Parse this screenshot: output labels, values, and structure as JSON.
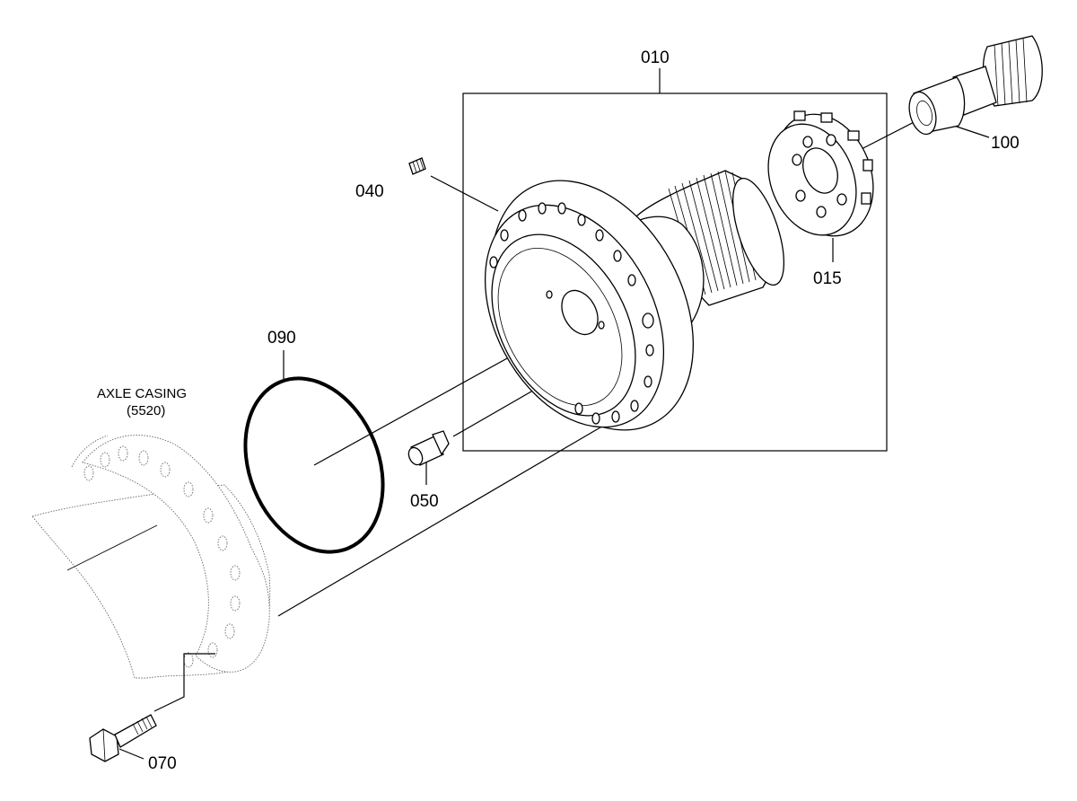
{
  "labels": {
    "assembly": "010",
    "retainer": "015",
    "screw": "040",
    "plug": "050",
    "bolt": "070",
    "oring": "090",
    "shaft": "100",
    "casing_line1": "AXLE CASING",
    "casing_line2": "(5520)"
  }
}
